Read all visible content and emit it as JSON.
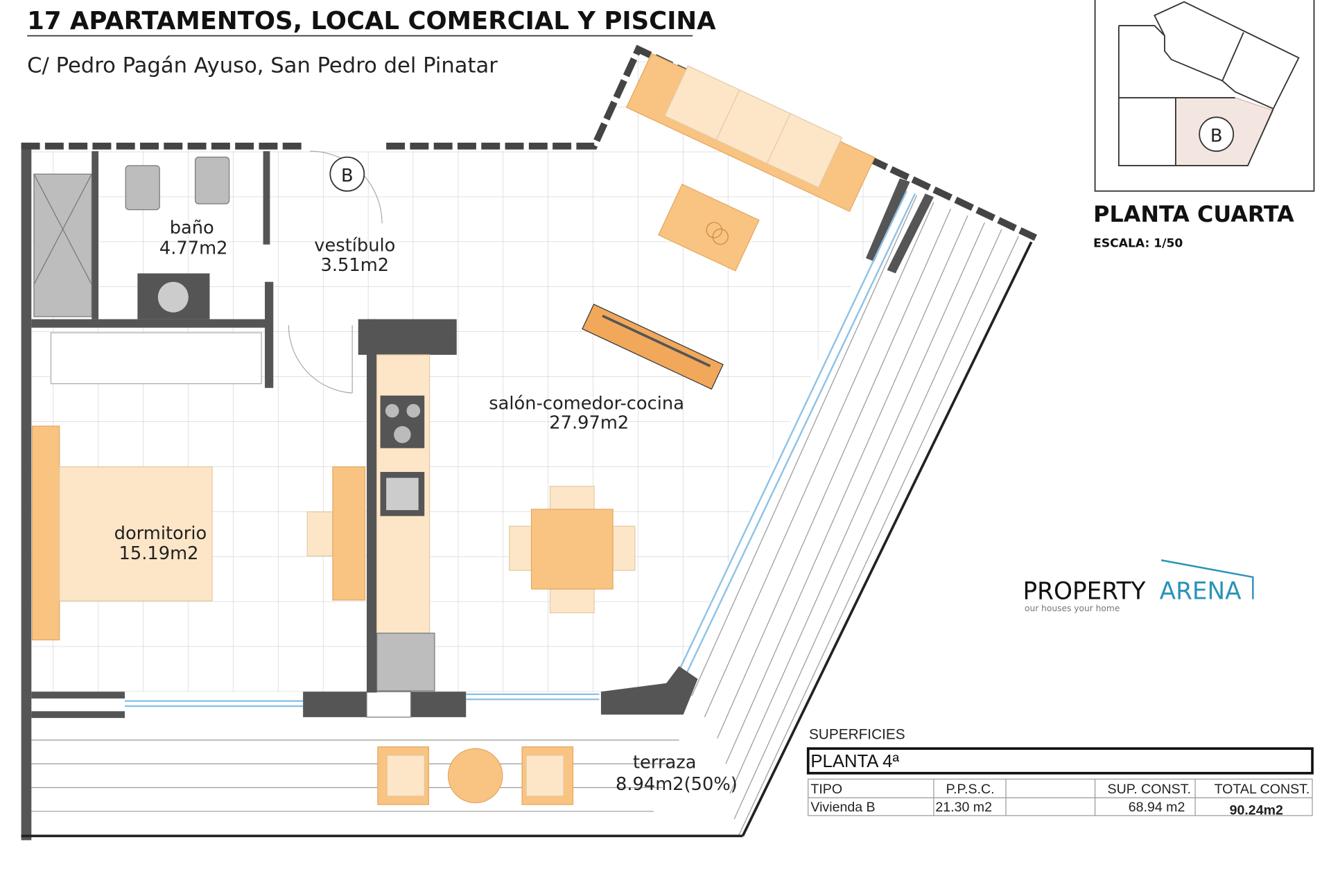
{
  "header": {
    "title": "17 APARTAMENTOS, LOCAL COMERCIAL Y PISCINA",
    "address": "C/ Pedro Pagán Ayuso, San Pedro del Pinatar"
  },
  "rooms": [
    {
      "name": "baño",
      "area": "4.77m2"
    },
    {
      "name": "vestíbulo",
      "area": "3.51m2"
    },
    {
      "name": "salón-comedor-cocina",
      "area": "27.97m2"
    },
    {
      "name": "dormitorio",
      "area": "15.19m2"
    },
    {
      "name": "terraza",
      "area": "8.94m2(50%)"
    }
  ],
  "unit_marker": "B",
  "keyplan": {
    "marker": "B",
    "floor": "PLANTA CUARTA",
    "scale": "ESCALA: 1/50"
  },
  "logo": {
    "part1": "PROPERTY",
    "part2": "ARENA",
    "tagline": "our houses your home",
    "accent": "#2a93b8"
  },
  "surfaces": {
    "heading": "SUPERFICIES",
    "floor": "PLANTA 4ª",
    "columns": [
      "TIPO",
      "P.P.S.C.",
      "",
      "SUP. CONST.",
      "TOTAL CONST."
    ],
    "row": [
      "Vivienda B",
      "21.30 m2",
      "",
      "68.94 m2",
      "90.24m2"
    ]
  }
}
